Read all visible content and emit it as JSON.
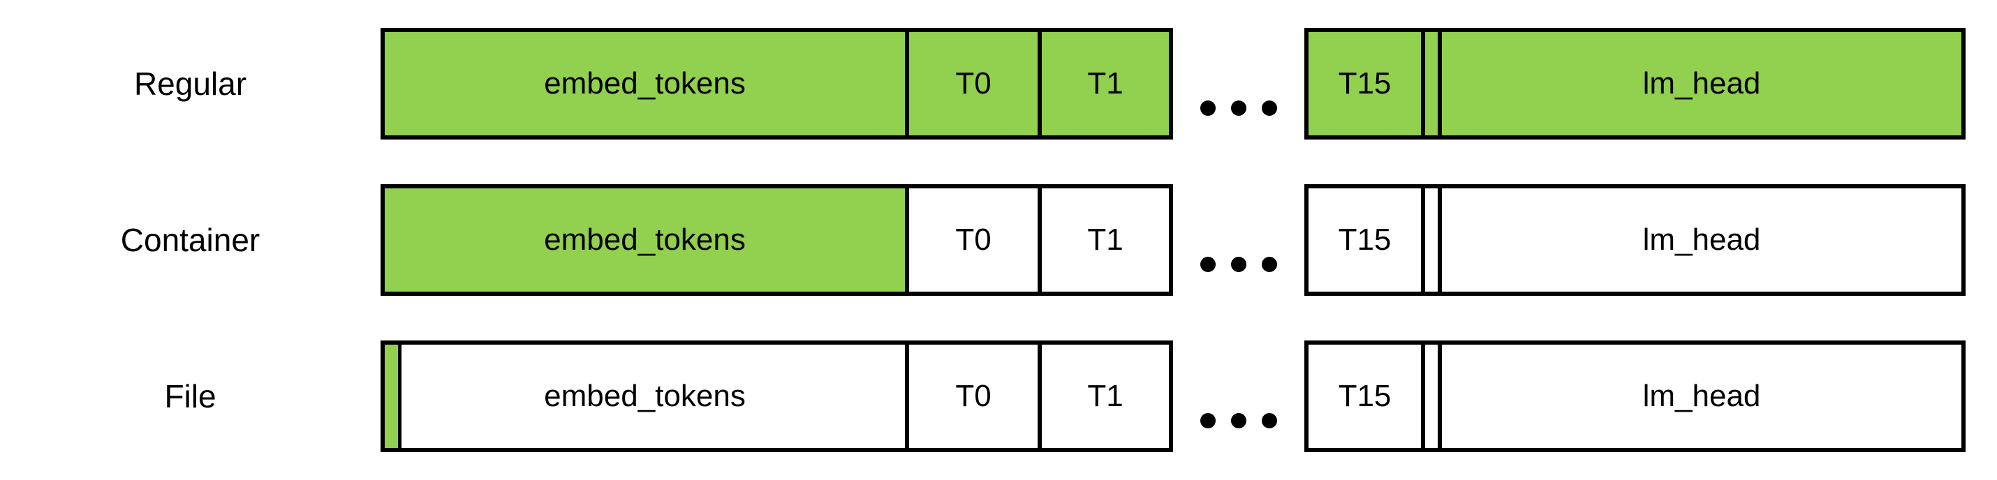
{
  "colors": {
    "loaded": "#92D050",
    "unloaded": "#FFFFFF",
    "border": "#000000"
  },
  "rows": [
    {
      "label": "Regular",
      "ellipsis": "...",
      "segments": [
        {
          "name": "embed_tokens",
          "label": "embed_tokens",
          "loaded": true,
          "partial_loaded": false
        },
        {
          "name": "T0",
          "label": "T0",
          "loaded": true
        },
        {
          "name": "T1",
          "label": "T1",
          "loaded": true
        },
        {
          "name": "T15",
          "label": "T15",
          "loaded": true
        },
        {
          "name": "thin-segment",
          "label": "",
          "loaded": true
        },
        {
          "name": "lm_head",
          "label": "lm_head",
          "loaded": true
        }
      ]
    },
    {
      "label": "Container",
      "ellipsis": "...",
      "segments": [
        {
          "name": "embed_tokens",
          "label": "embed_tokens",
          "loaded": true,
          "partial_loaded": false
        },
        {
          "name": "T0",
          "label": "T0",
          "loaded": false
        },
        {
          "name": "T1",
          "label": "T1",
          "loaded": false
        },
        {
          "name": "T15",
          "label": "T15",
          "loaded": false
        },
        {
          "name": "thin-segment",
          "label": "",
          "loaded": false
        },
        {
          "name": "lm_head",
          "label": "lm_head",
          "loaded": false
        }
      ]
    },
    {
      "label": "File",
      "ellipsis": "...",
      "segments": [
        {
          "name": "embed_tokens",
          "label": "embed_tokens",
          "loaded": false,
          "partial_loaded": true
        },
        {
          "name": "T0",
          "label": "T0",
          "loaded": false
        },
        {
          "name": "T1",
          "label": "T1",
          "loaded": false
        },
        {
          "name": "T15",
          "label": "T15",
          "loaded": false
        },
        {
          "name": "thin-segment",
          "label": "",
          "loaded": false
        },
        {
          "name": "lm_head",
          "label": "lm_head",
          "loaded": false
        }
      ]
    }
  ]
}
